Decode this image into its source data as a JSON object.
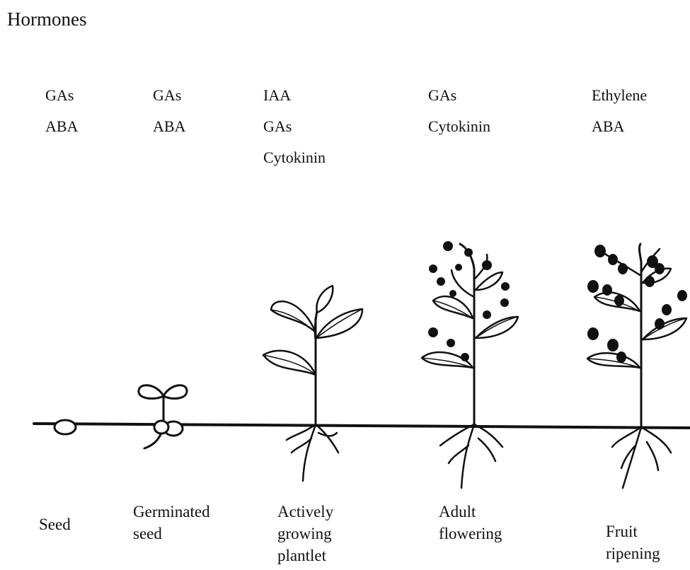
{
  "title": "Hormones",
  "columns": [
    {
      "hormones": [
        "GAs",
        "ABA"
      ],
      "stage": [
        "Seed"
      ]
    },
    {
      "hormones": [
        "GAs",
        "ABA"
      ],
      "stage": [
        "Germinated",
        "seed"
      ]
    },
    {
      "hormones": [
        "IAA",
        "GAs",
        "Cytokinin"
      ],
      "stage": [
        "Actively",
        "growing",
        "plantlet"
      ]
    },
    {
      "hormones": [
        "GAs",
        "Cytokinin"
      ],
      "stage": [
        "Adult",
        "flowering"
      ]
    },
    {
      "hormones": [
        "Ethylene",
        "ABA"
      ],
      "stage": [
        "Fruit",
        "ripening"
      ]
    }
  ],
  "colors": {
    "ink": "#111111",
    "leaf_fill": "#ffffff"
  }
}
